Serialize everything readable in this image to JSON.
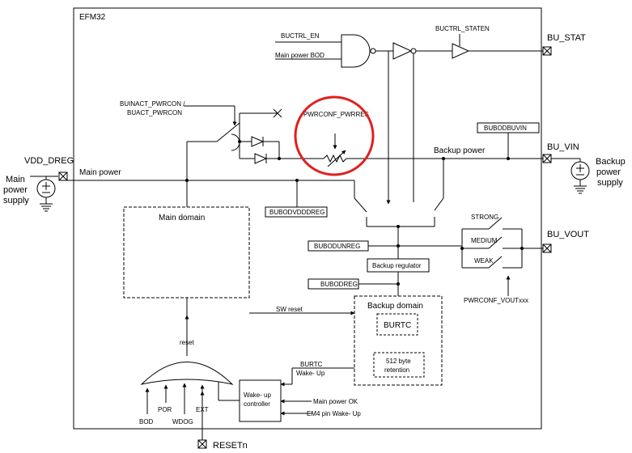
{
  "chip": "EFM32",
  "pins": {
    "bu_stat": "BU_STAT",
    "bu_vin": "BU_VIN",
    "bu_vout": "BU_VOUT",
    "vdd_dreg": "VDD_DREG",
    "resetn": "RESETn"
  },
  "supplies": {
    "main": [
      "Main",
      "power",
      "supply"
    ],
    "backup": [
      "Backup",
      "power",
      "supply"
    ]
  },
  "nets": {
    "main_power": "Main power",
    "backup_power": "Backup power"
  },
  "signals": {
    "buctrl_en": "BUCTRL_EN",
    "main_power_bod": "Main power BOD",
    "buctrl_staten": "BUCTRL_STATEN",
    "buinact_line1": "BUINACT_PWRCON /",
    "buinact_line2": "BUACT_PWRCON",
    "pwrconf_pwrres": "PWRCONF_PWRRES",
    "pwrconf_voutxxx": "PWRCONF_VOUTxxx",
    "sw_reset": "SW reset",
    "reset": "reset",
    "burtc_wakeup_line1": "BURTC",
    "burtc_wakeup_line2": "Wake- Up",
    "main_power_ok": "Main power OK",
    "em4_wakeup": "EM4 pin Wake- Up",
    "bod": "BOD",
    "por": "POR",
    "wdog": "WDOG",
    "ext": "EXT"
  },
  "detectors": {
    "bubodbuvin": "BUBODBUVIN",
    "bubodvdddreg": "BUBODVDDDREG",
    "bubodunreg": "BUBODUNREG",
    "buboddreg": "BUBODREG"
  },
  "blocks": {
    "main_domain": "Main domain",
    "backup_domain": "Backup domain",
    "backup_regulator": "Backup regulator",
    "burtc": "BURTC",
    "retention_line1": "512 byte",
    "retention_line2": "retention",
    "wakeup_line1": "Wake- up",
    "wakeup_line2": "controller"
  },
  "strengths": {
    "strong": "STRONG",
    "medium": "MEDIUM",
    "weak": "WEAK"
  },
  "highlight_color": "#e02020"
}
